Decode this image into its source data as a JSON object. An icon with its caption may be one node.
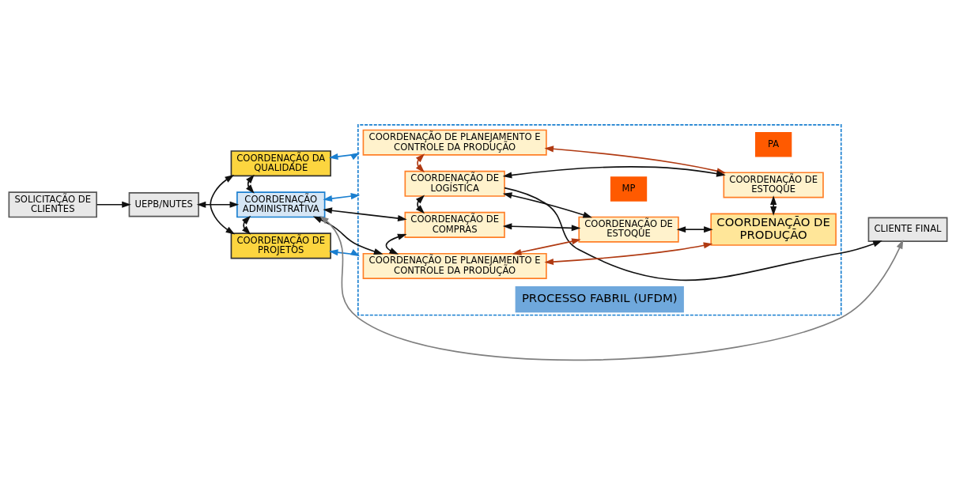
{
  "diagram": {
    "nodes": [
      {
        "text": [
          "SOLICITAÇÃO DE CLIENTES"
        ]
      },
      {
        "text": [
          "UEPB/NUTES"
        ]
      },
      {
        "text": [
          "COORDENAÇÃO DA QUALIDADE"
        ]
      },
      {
        "text": [
          "COORDENAÇÃO ADMINISTRATIVA"
        ]
      },
      {
        "text": [
          "COORDENAÇÃO DE PROJETOS"
        ]
      },
      {
        "text": [
          "PROCESSO FABRIL (UFDM)"
        ]
      },
      {
        "text": [
          "COORDENAÇÃO DE PLANEJAMENTO E CONTROLE DA PRODUÇÃO"
        ],
        "in": 5
      },
      {
        "text": [
          "COORDENAÇÃO DE LOGÍSTICA"
        ],
        "in": 5
      },
      {
        "text": [
          "COORDENAÇÃO DE ESTOQUE"
        ],
        "in": 5
      },
      {
        "text": [
          "PA"
        ],
        "in": 5
      },
      {
        "text": [
          "COORDENAÇÃO DE COMPRAS"
        ],
        "in": 5
      },
      {
        "text": [
          "COORDENAÇÃO DE ESTOQUE"
        ],
        "in": 5
      },
      {
        "text": [
          "MP"
        ],
        "in": 5
      },
      {
        "text": [
          "COORDENAÇÃO DE PRODUÇÃO"
        ],
        "in": 5
      },
      {
        "text": [
          "COORDENAÇÃO DE PLANEJAMENTO E CONTROLE DA PRODUÇÃO"
        ],
        "in": 5
      },
      {
        "text": [
          "CLIENTE FINAL"
        ]
      }
    ],
    "edges": [
      {
        "from": 0,
        "to": 1,
        "arrow": "to"
      },
      {
        "from": 1,
        "to": 3,
        "arrow": "both"
      },
      {
        "from": 2,
        "to": 4,
        "arrow": "both"
      },
      {
        "from": 2,
        "to": 3,
        "arrow": "both"
      },
      {
        "from": 3,
        "to": 4,
        "arrow": "both"
      },
      {
        "from": 2,
        "to": 5,
        "arrow": "both",
        "color": "#1a7fd0"
      },
      {
        "from": 5,
        "to": 3,
        "arrow": "both",
        "color": "#1a7fd0"
      },
      {
        "from": 4,
        "to": 5,
        "arrow": "both",
        "color": "#1a7fd0"
      },
      {
        "from": 3,
        "to": 10,
        "arrow": "both"
      },
      {
        "from": 3,
        "to": 14,
        "arrow": "both"
      },
      {
        "from": 6,
        "to": 7,
        "arrow": "both",
        "color": "#b03a12"
      },
      {
        "from": 6,
        "to": 8,
        "arrow": "both",
        "color": "#b03a12"
      },
      {
        "from": 7,
        "to": 15,
        "arrow": "to"
      },
      {
        "from": 7,
        "to": 8,
        "arrow": "both"
      },
      {
        "from": 7,
        "to": 10,
        "arrow": "both"
      },
      {
        "from": 7,
        "to": 11,
        "arrow": "both"
      },
      {
        "from": 8,
        "to": 13,
        "arrow": "both"
      },
      {
        "from": 10,
        "to": 11,
        "arrow": "both"
      },
      {
        "from": 11,
        "to": 13,
        "arrow": "both"
      },
      {
        "from": 10,
        "to": 14,
        "arrow": "both"
      },
      {
        "from": 11,
        "to": 14,
        "arrow": "both",
        "color": "#b03a12"
      },
      {
        "from": 13,
        "to": 14,
        "arrow": "both",
        "color": "#b03a12"
      },
      {
        "from": 15,
        "to": 3,
        "arrow": "both",
        "color": "#7f7f7f"
      }
    ]
  }
}
